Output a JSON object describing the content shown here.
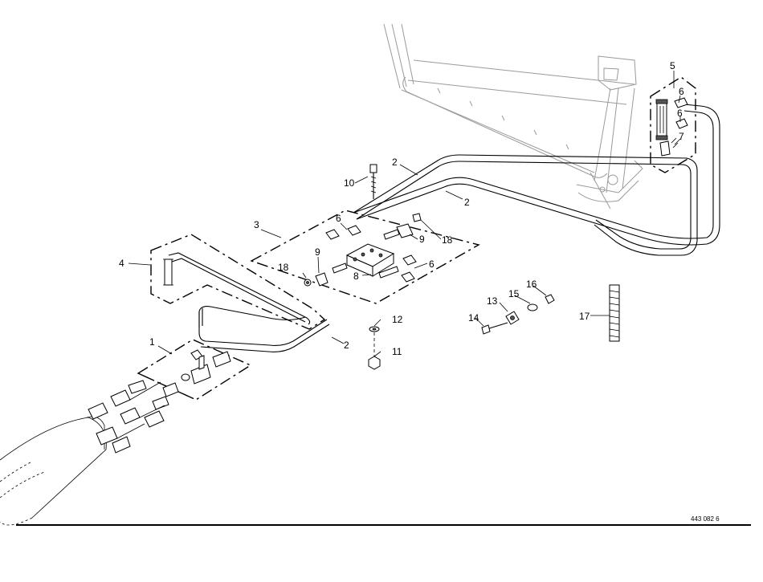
{
  "callouts": {
    "c1": "1",
    "c2a": "2",
    "c2b": "2",
    "c2c": "2",
    "c3": "3",
    "c4": "4",
    "c5": "5",
    "c6a": "6",
    "c6b": "6",
    "c6c": "6",
    "c6d": "6",
    "c7": "7",
    "c8": "8",
    "c9a": "9",
    "c9b": "9",
    "c10": "10",
    "c11": "11",
    "c12": "12",
    "c13": "13",
    "c14": "14",
    "c15": "15",
    "c16": "16",
    "c17": "17",
    "c18a": "18",
    "c18b": "18"
  },
  "drawing_number": "443 082 6"
}
